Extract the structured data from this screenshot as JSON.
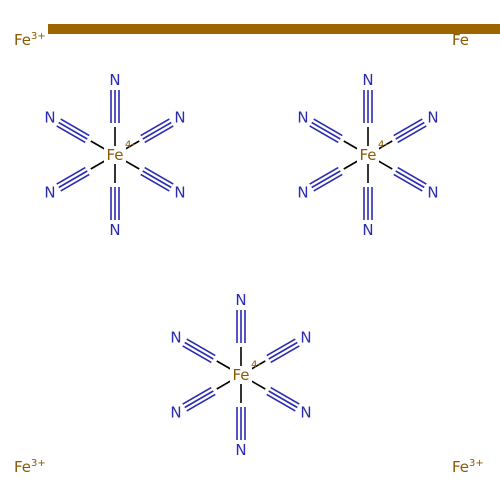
{
  "colors": {
    "background": "#ffffff",
    "iron": "#8b5a00",
    "nitrogen": "#2b2bb0",
    "bond": "#000000",
    "bar": "#9c6500"
  },
  "atoms": {
    "fe_symbol": "Fe",
    "n_symbol": "N",
    "fe3_charge": "3+",
    "fe4_charge": "4-"
  },
  "free_iron": [
    {
      "symbol": "Fe",
      "charge": "3+"
    },
    {
      "symbol": "Fe",
      "charge": ""
    },
    {
      "symbol": "Fe",
      "charge": "3+"
    },
    {
      "symbol": "Fe",
      "charge": "3+"
    }
  ],
  "complexes": [
    {
      "center": "Fe",
      "charge": "4-",
      "ligand_count": 6
    },
    {
      "center": "Fe",
      "charge": "4-",
      "ligand_count": 6
    },
    {
      "center": "Fe",
      "charge": "4-",
      "ligand_count": 6
    }
  ]
}
